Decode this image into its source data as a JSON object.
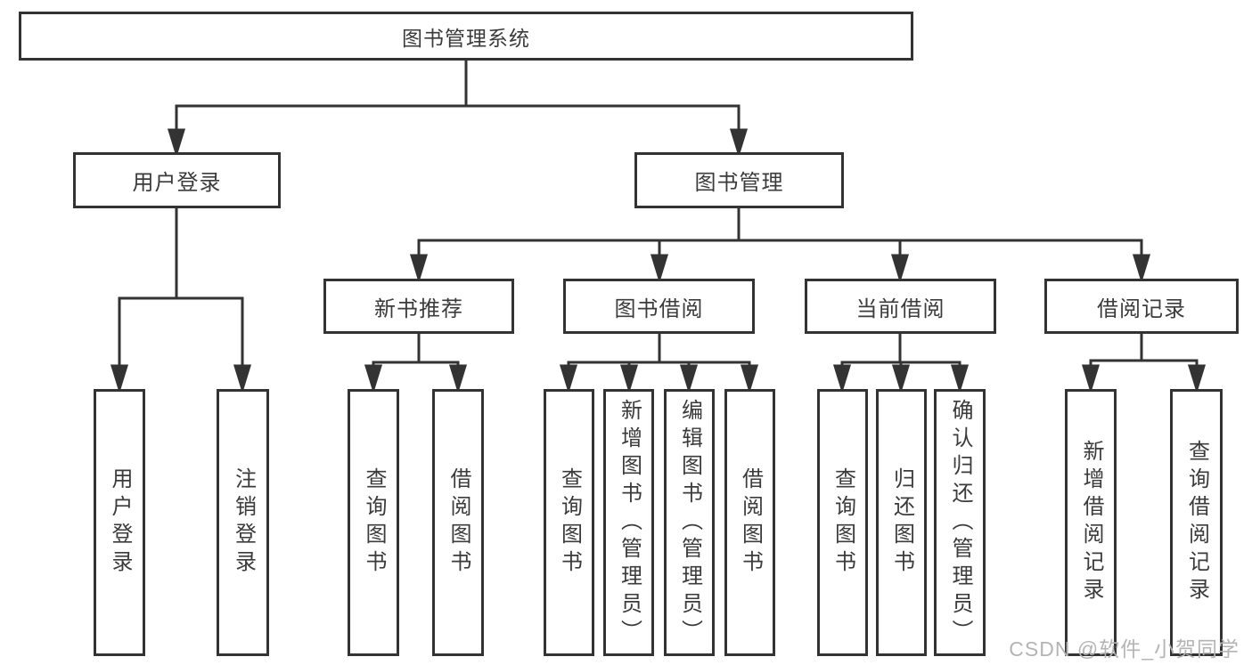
{
  "tree": {
    "root": {
      "label": "图书管理系统",
      "children": [
        {
          "label": "用户登录",
          "children": [
            {
              "label": "用户登录"
            },
            {
              "label": "注销登录"
            }
          ]
        },
        {
          "label": "图书管理",
          "children": [
            {
              "label": "新书推荐",
              "children": [
                {
                  "label": "查询图书"
                },
                {
                  "label": "借阅图书"
                }
              ]
            },
            {
              "label": "图书借阅",
              "children": [
                {
                  "label": "查询图书"
                },
                {
                  "label": "新增图书（管理员）"
                },
                {
                  "label": "编辑图书（管理员）"
                },
                {
                  "label": "借阅图书"
                }
              ]
            },
            {
              "label": "当前借阅",
              "children": [
                {
                  "label": "查询图书"
                },
                {
                  "label": "归还图书"
                },
                {
                  "label": "确认归还（管理员）"
                }
              ]
            },
            {
              "label": "借阅记录",
              "children": [
                {
                  "label": "新增借阅记录"
                },
                {
                  "label": "查询借阅记录"
                }
              ]
            }
          ]
        }
      ]
    }
  },
  "watermark": {
    "text": "CSDN @软件_小贺同学"
  },
  "colors": {
    "line": "#333333",
    "text": "#3b3b3b",
    "watermark": "#b4b4b4",
    "background": "#ffffff"
  }
}
